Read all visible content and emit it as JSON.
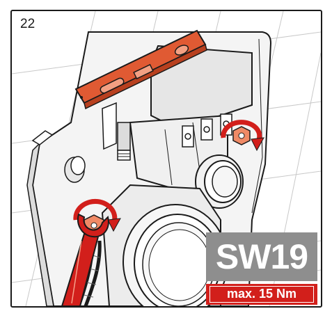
{
  "step": {
    "number": "22"
  },
  "badges": {
    "wrench_size": "SW19",
    "torque": "max. 15 Nm"
  },
  "colors": {
    "accent_red": "#d21f1b",
    "level_orange": "#e05a33",
    "badge_gray": "#8e8e8e",
    "line": "#1a1a1a",
    "grid": "#c8c8c8"
  },
  "icons": {
    "tool": "wrench-icon",
    "level": "spirit-level-icon",
    "rotation": "rotation-arrow-icon"
  }
}
